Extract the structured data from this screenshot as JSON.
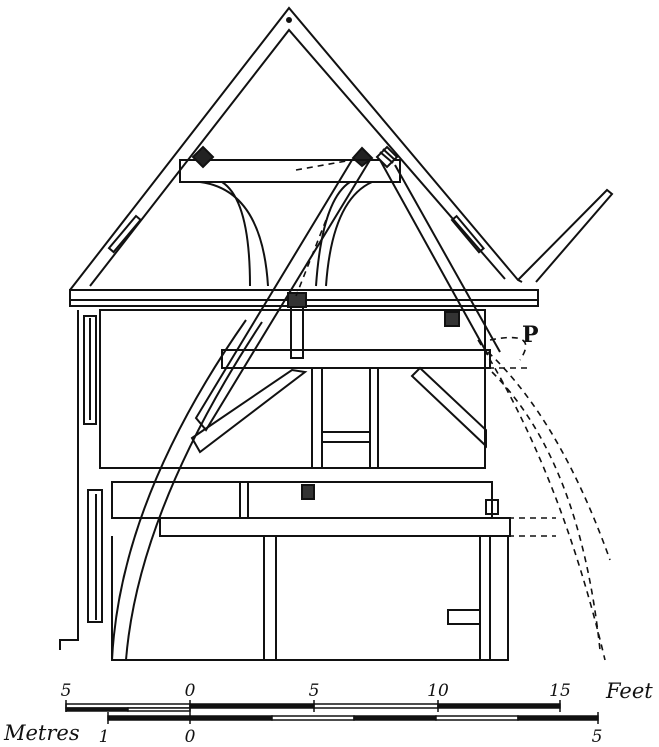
{
  "annotations": {
    "point_label": "P"
  },
  "scale": {
    "feet": {
      "unit_label": "Feet",
      "ticks": [
        "5",
        "0",
        "5",
        "10",
        "15"
      ]
    },
    "metres": {
      "unit_label": "Metres",
      "ticks": [
        "1",
        "0",
        "5"
      ]
    }
  }
}
